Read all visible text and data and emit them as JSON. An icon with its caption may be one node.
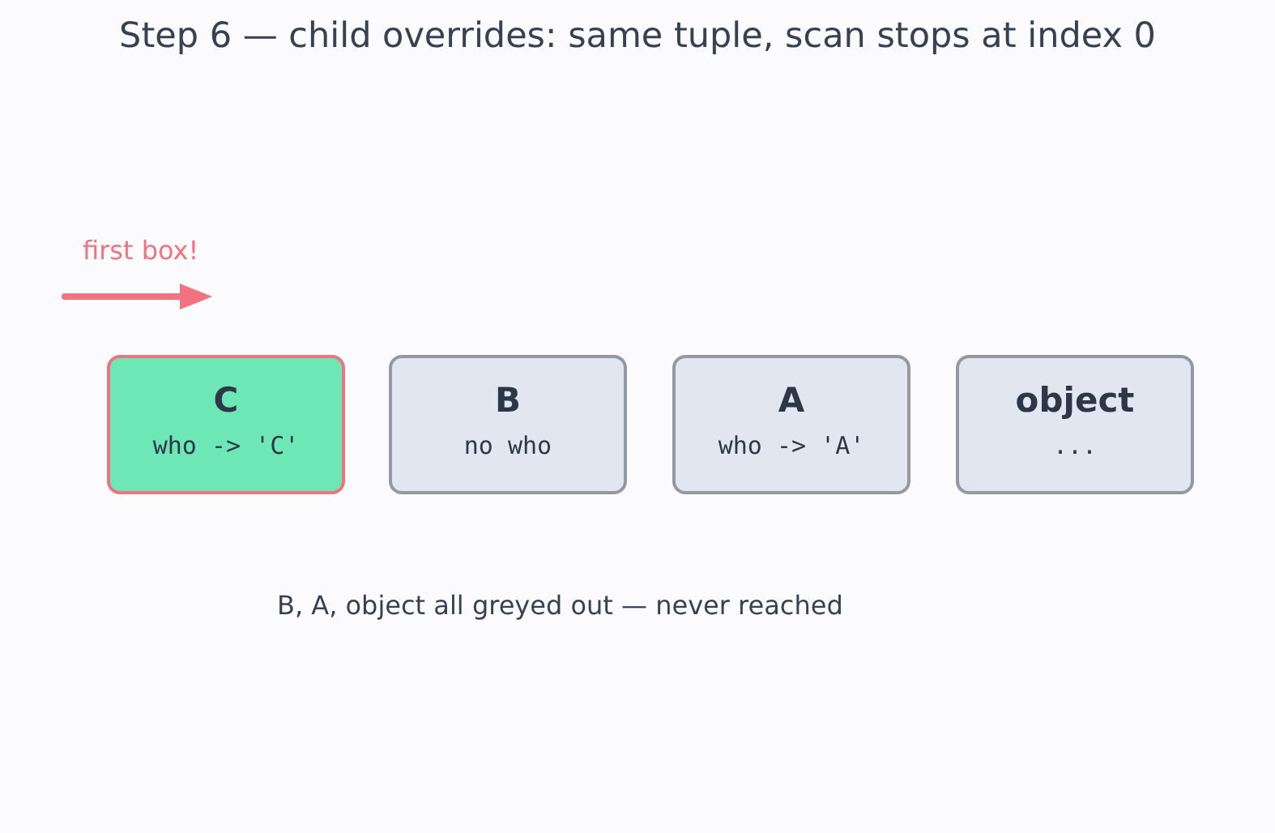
{
  "diagram": {
    "title": "Step 6 — child overrides: same tuple, scan stops at index 0",
    "nodes": [
      {
        "text": [
          "C",
          "who -> 'C'"
        ]
      },
      {
        "text": [
          "B",
          "no who"
        ]
      },
      {
        "text": [
          "A",
          "who -> 'A'"
        ]
      },
      {
        "text": [
          "object",
          "..."
        ]
      }
    ],
    "labels": [
      "first box!",
      "B, A, object all greyed out — never reached"
    ]
  }
}
